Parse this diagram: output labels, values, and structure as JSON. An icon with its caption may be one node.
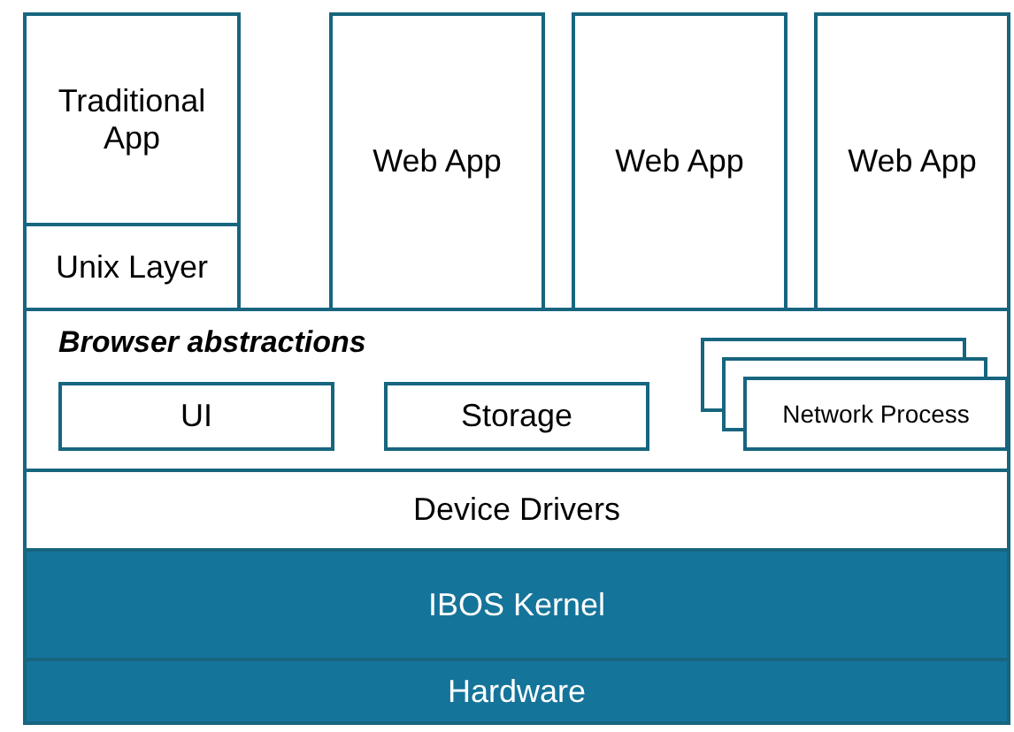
{
  "diagram": {
    "nodes": [
      {
        "text": [
          "Traditional App"
        ]
      },
      {
        "text": [
          "Unix Layer"
        ]
      },
      {
        "text": [
          "Web App"
        ]
      },
      {
        "text": [
          "Web App"
        ]
      },
      {
        "text": [
          "Web App"
        ]
      },
      {
        "text": [
          "Browser abstractions"
        ]
      },
      {
        "text": [
          "UI"
        ],
        "in": 5
      },
      {
        "text": [
          "Storage"
        ],
        "in": 5
      },
      {
        "text": [
          "Network Process"
        ],
        "in": 5
      },
      {
        "text": [
          "Device Drivers"
        ]
      },
      {
        "text": [
          "IBOS Kernel"
        ]
      },
      {
        "text": [
          "Hardware"
        ]
      }
    ]
  }
}
